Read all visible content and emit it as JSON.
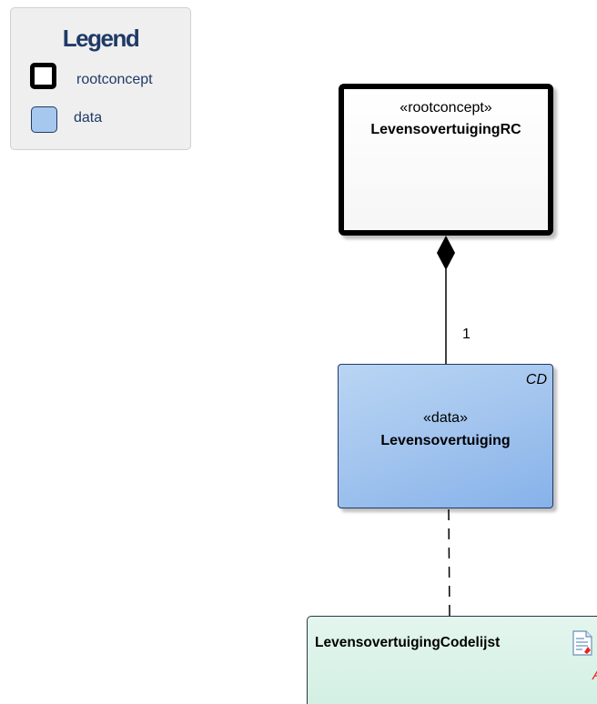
{
  "legend": {
    "title": "Legend",
    "items": [
      {
        "label": "rootconcept",
        "swatch_fill": "#ffffff",
        "swatch_border": "#000000"
      },
      {
        "label": "data",
        "swatch_fill": "#a7c8ee",
        "swatch_border": "#1f3a66"
      }
    ]
  },
  "classes": {
    "root": {
      "stereotype": "«rootconcept»",
      "name": "LevensovertuigingRC",
      "fill": "#ffffff",
      "border": "#000000"
    },
    "data": {
      "stereotype": "«data»",
      "name": "Levensovertuiging",
      "tag": "CD",
      "fill": "#a2c4ee",
      "border": "#1f3a66"
    },
    "codelist": {
      "name": "LevensovertuigingCodelijst",
      "icon": "document-icon",
      "tag": "A",
      "fill": "#d8f1e6",
      "tag_color": "#e8231f"
    }
  },
  "relations": {
    "composition": {
      "from": "LevensovertuigingRC",
      "to": "Levensovertuiging",
      "end": "filled-diamond",
      "multiplicity": "1"
    },
    "dependency": {
      "from": "Levensovertuiging",
      "to": "LevensovertuigingCodelijst",
      "line": "dashed"
    }
  }
}
